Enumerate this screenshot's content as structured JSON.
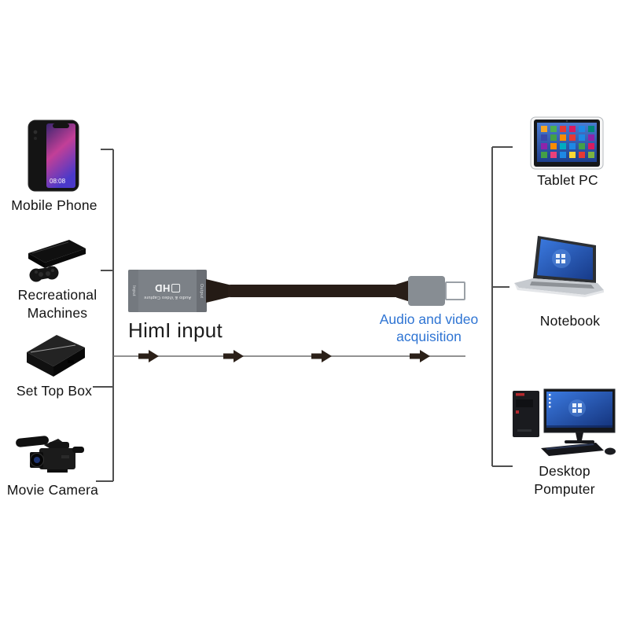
{
  "diagram": {
    "colors": {
      "accent_blue": "#2e74d3",
      "adapter_body": "#7c8187",
      "cable": "#281d17",
      "arrow": "#2b2018",
      "bracket_line": "#4f4f4f",
      "flow_line": "#6e6e6e"
    },
    "adapter": {
      "hd_label": "HD",
      "capture_label": "Audio & Video Capture",
      "input_port_label": "Input",
      "output_port_label": "Output"
    },
    "captions": {
      "input_caption": "HimI input",
      "output_caption_line1": "Audio and video",
      "output_caption_line2": "acquisition"
    },
    "sources": [
      {
        "id": "mobile-phone",
        "label": "Mobile Phone"
      },
      {
        "id": "recreational-machines",
        "line1": "Recreational",
        "line2": "Machines"
      },
      {
        "id": "set-top-box",
        "label": "Set Top Box"
      },
      {
        "id": "movie-camera",
        "label": "Movie Camera"
      }
    ],
    "outputs": [
      {
        "id": "tablet-pc",
        "label": "Tablet PC"
      },
      {
        "id": "notebook",
        "label": "Notebook"
      },
      {
        "id": "desktop-computer",
        "line1": "Desktop",
        "line2": "Pomputer"
      }
    ],
    "phone_time": "08:08"
  }
}
